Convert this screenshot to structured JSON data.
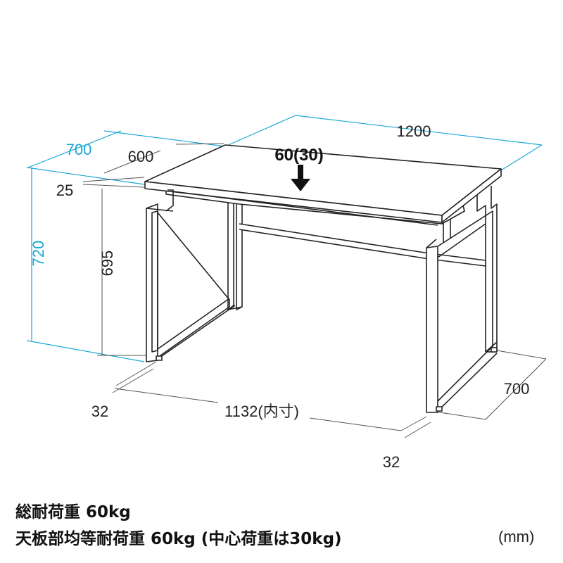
{
  "dimensions": {
    "width_outer": "1200",
    "depth_outer": "700",
    "depth_top": "600",
    "top_thickness": "25",
    "height_outer": "720",
    "height_inner": "695",
    "leg_left": "32",
    "width_inner": "1132(内寸)",
    "leg_right": "32",
    "depth_bottom": "700"
  },
  "load_label": "60(30)",
  "specs": {
    "line1": "総耐荷重 60kg",
    "line2": "天板部均等耐荷重 60kg (中心荷重は30kg)",
    "unit": "(mm)"
  },
  "colors": {
    "dimension_cyan": "#1ba7d6",
    "dimension_gray": "#555555",
    "frame": "#222222"
  }
}
